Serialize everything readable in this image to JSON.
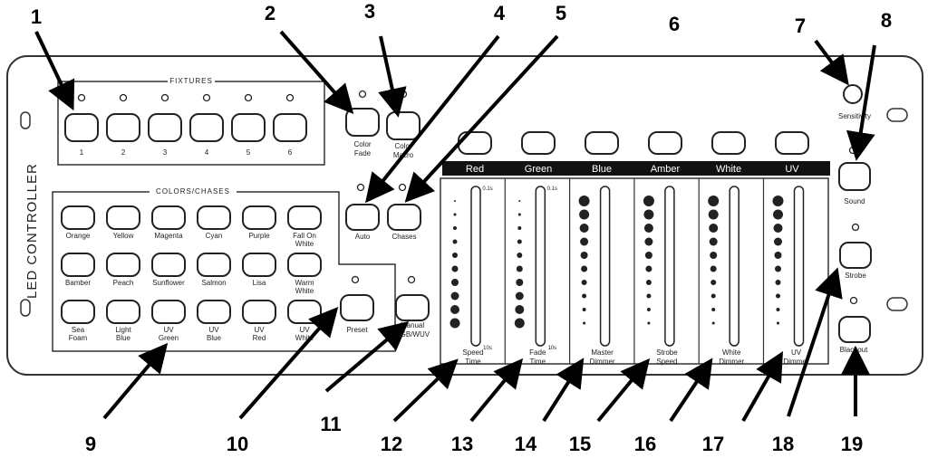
{
  "callouts": [
    "1",
    "2",
    "3",
    "4",
    "5",
    "6",
    "7",
    "8",
    "9",
    "10",
    "11",
    "12",
    "13",
    "14",
    "15",
    "16",
    "17",
    "18",
    "19"
  ],
  "panel": {
    "vertical_label": "LED CONTROLLER",
    "fixtures_title": "FIXTURES",
    "fixtures": [
      "1",
      "2",
      "3",
      "4",
      "5",
      "6"
    ],
    "color_fade": [
      "Color",
      "Fade"
    ],
    "color_macro": [
      "Color",
      "Macro"
    ],
    "auto": "Auto",
    "chases": "Chases",
    "colors_title": "COLORS/CHASES",
    "colors": [
      [
        "Orange",
        ""
      ],
      [
        "Yellow",
        ""
      ],
      [
        "Magenta",
        ""
      ],
      [
        "Cyan",
        ""
      ],
      [
        "Purple",
        ""
      ],
      [
        "Fall On",
        "White"
      ],
      [
        "Bamber",
        ""
      ],
      [
        "Peach",
        ""
      ],
      [
        "Sunflower",
        ""
      ],
      [
        "Salmon",
        ""
      ],
      [
        "Lisa",
        ""
      ],
      [
        "Warm",
        "White"
      ],
      [
        "Sea",
        "Foam"
      ],
      [
        "Light",
        "Blue"
      ],
      [
        "UV",
        "Green"
      ],
      [
        "UV",
        "Blue"
      ],
      [
        "UV",
        "Red"
      ],
      [
        "UV",
        "White"
      ]
    ],
    "preset": "Preset",
    "manual": [
      "Manual",
      "RGB/WUV"
    ],
    "channels": [
      "Red",
      "Green",
      "Blue",
      "Amber",
      "White",
      "UV"
    ],
    "fader_labels": [
      [
        "Speed",
        "Time"
      ],
      [
        "Fade",
        "Time"
      ],
      [
        "Master",
        "Dimmer"
      ],
      [
        "Strobe",
        "Speed"
      ],
      [
        "White",
        "Dimmer"
      ],
      [
        "UV",
        "Dimmer"
      ]
    ],
    "scale_top": "0.1s",
    "scale_bottom": "10s",
    "sensitivity": "Sensitivity",
    "sound": "Sound",
    "strobe": "Strobe",
    "blackout": "Blackout"
  }
}
